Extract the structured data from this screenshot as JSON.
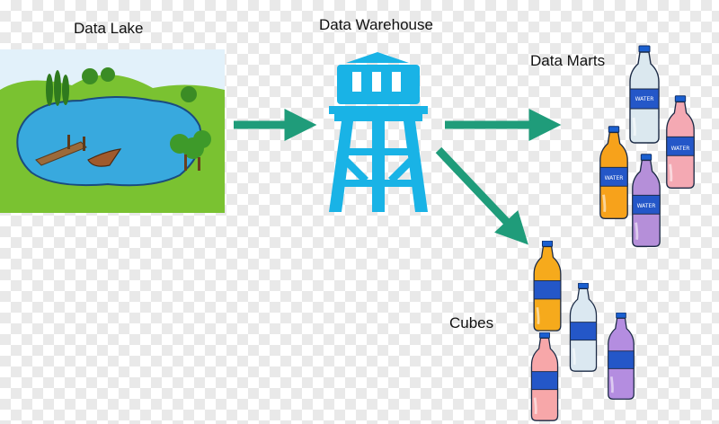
{
  "labels": {
    "data_lake": "Data Lake",
    "data_warehouse": "Data Warehouse",
    "data_marts": "Data Marts",
    "cubes": "Cubes"
  },
  "bottle_label_text": "WATER",
  "icons": {
    "lake": "lake-landscape-icon",
    "warehouse": "water-tower-icon",
    "marts": "bottles-icon",
    "cubes": "bottles-icon",
    "arrow": "arrow-right-icon"
  },
  "colors": {
    "arrow": "#1f9c7a",
    "tower": "#19b3e6",
    "lake_water": "#38a9de",
    "grass": "#7ac231",
    "sky": "#e2f1fa",
    "bottle_cap": "#1a5fd0",
    "bottle_band": "#2457c8"
  }
}
